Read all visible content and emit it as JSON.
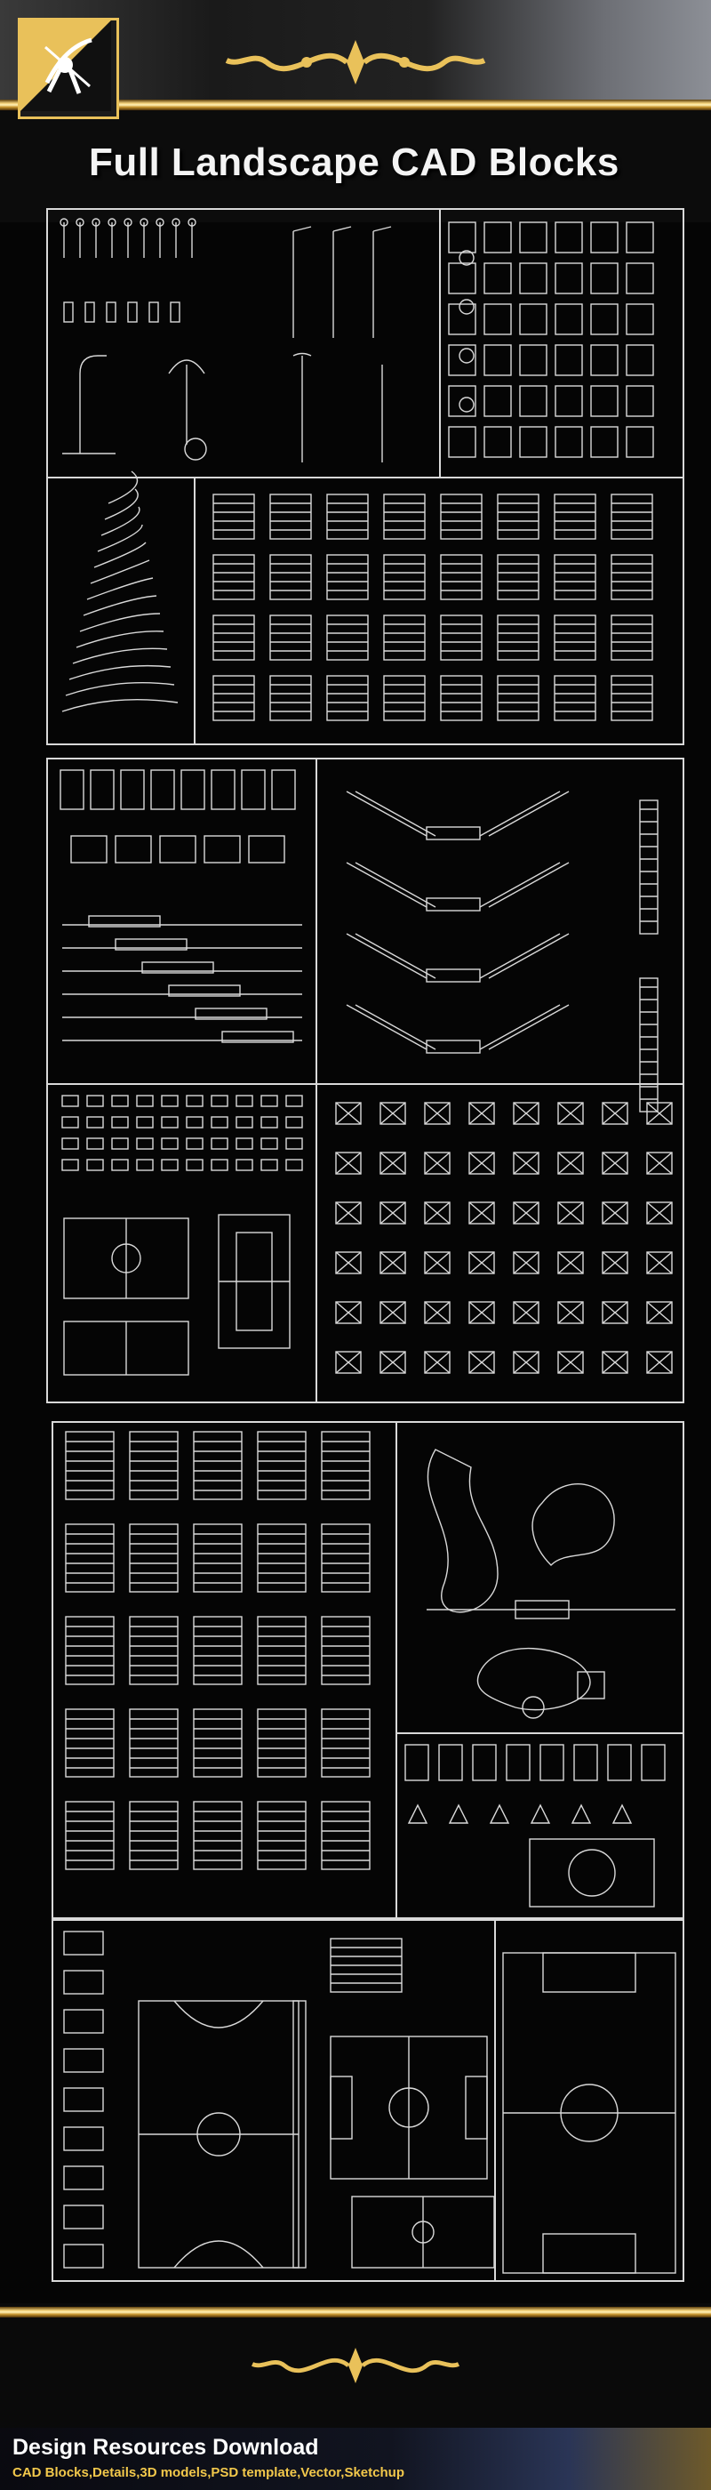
{
  "header": {
    "title": "Full Landscape CAD Blocks"
  },
  "footer": {
    "title": "Design Resources Download",
    "subtitle": "CAD Blocks,Details,3D models,PSD template,Vector,Sketchup"
  },
  "colors": {
    "background": "#050505",
    "line_work": "#d9d9d9",
    "gold": "#e9c15a",
    "footer_text": "#f2c84b"
  },
  "icons": [
    "archer-logo-icon",
    "gold-scroll-ornament-icon",
    "cad-thumbnail-icon"
  ]
}
